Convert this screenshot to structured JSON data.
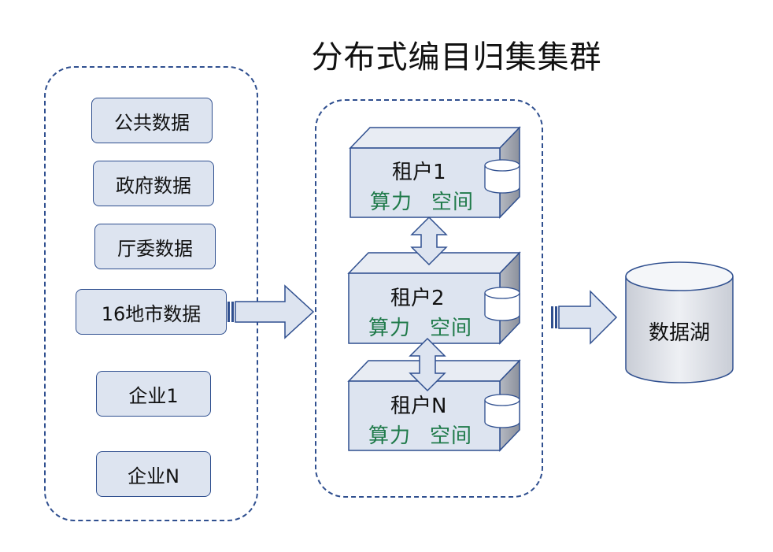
{
  "title": "分布式编目归集集群",
  "sources": [
    {
      "label": "公共数据"
    },
    {
      "label": "政府数据"
    },
    {
      "label": "厅委数据"
    },
    {
      "label": "16地市数据"
    },
    {
      "label": "企业1"
    },
    {
      "label": "企业N"
    }
  ],
  "tenants": [
    {
      "name": "租户1",
      "compute": "算力",
      "space": "空间"
    },
    {
      "name": "租户2",
      "compute": "算力",
      "space": "空间"
    },
    {
      "name": "租户N",
      "compute": "算力",
      "space": "空间"
    }
  ],
  "lake": {
    "label": "数据湖"
  },
  "colors": {
    "border": "#2f4f8f",
    "box_fill": "#dde4f0",
    "resource_text": "#1f7a4a",
    "arrow_fill": "#dde4f0"
  }
}
